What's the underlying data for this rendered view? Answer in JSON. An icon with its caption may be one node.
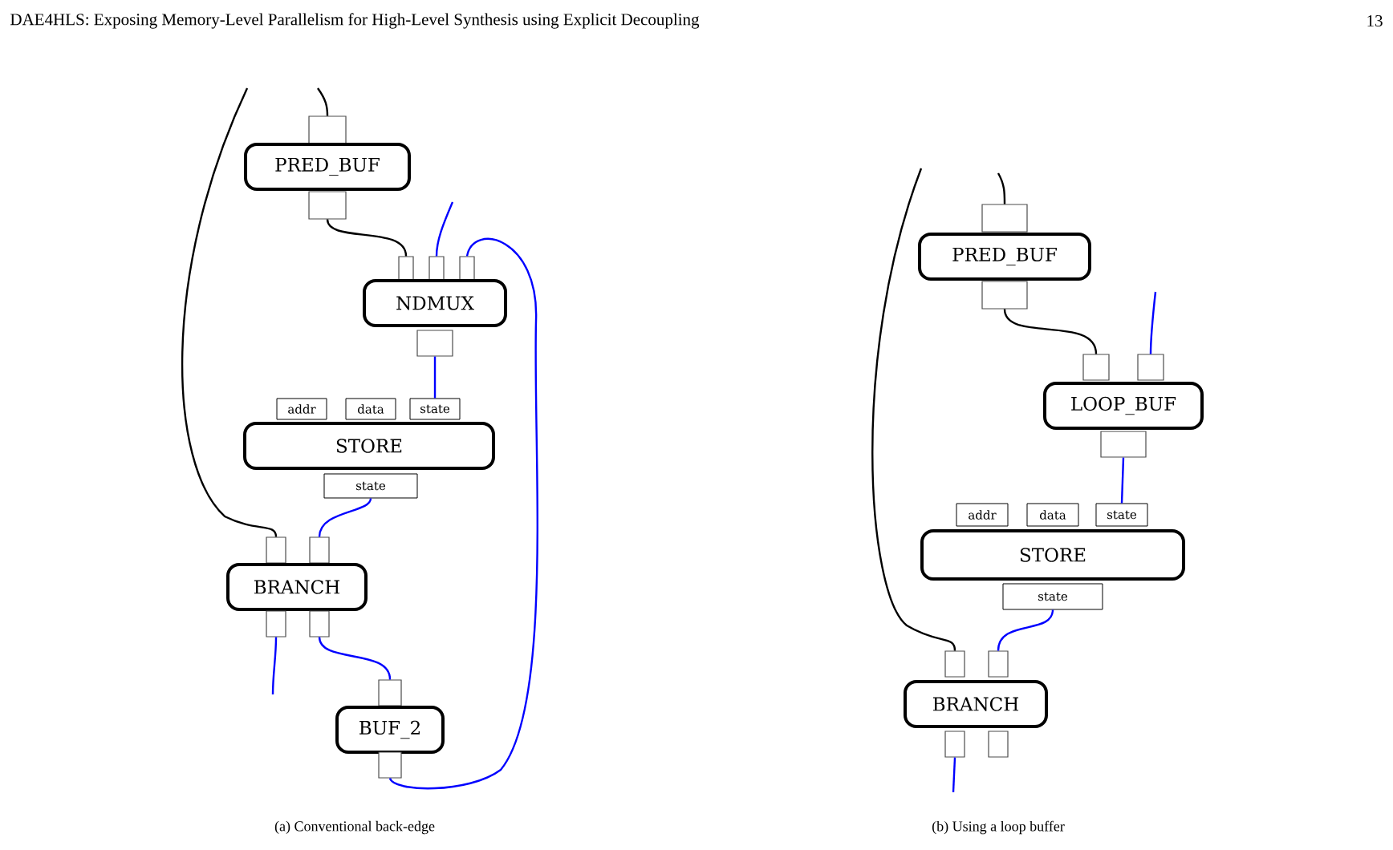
{
  "diagram": {
    "nodes": [
      {
        "text": [],
        "shape": "box"
      },
      {
        "text": [
          "PRED_BUF"
        ]
      },
      {
        "text": [],
        "shape": "box"
      },
      {
        "text": [],
        "shape": "box"
      },
      {
        "text": [],
        "shape": "box"
      },
      {
        "text": [],
        "shape": "box"
      },
      {
        "text": [
          "NDMUX"
        ]
      },
      {
        "text": [],
        "shape": "box"
      },
      {
        "text": [
          "addr"
        ]
      },
      {
        "text": [
          "data"
        ]
      },
      {
        "text": [
          "state"
        ]
      },
      {
        "text": [
          "STORE"
        ]
      },
      {
        "text": [
          "state"
        ]
      },
      {
        "text": [],
        "shape": "box"
      },
      {
        "text": [],
        "shape": "box"
      },
      {
        "text": [
          "BRANCH"
        ]
      },
      {
        "text": [],
        "shape": "box"
      },
      {
        "text": [],
        "shape": "box"
      },
      {
        "text": [],
        "shape": "box"
      },
      {
        "text": [
          "BUF_2"
        ]
      },
      {
        "text": [],
        "shape": "box"
      },
      {
        "text": [],
        "shape": "box"
      },
      {
        "text": [
          "PRED_BUF"
        ]
      },
      {
        "text": [],
        "shape": "box"
      },
      {
        "text": [],
        "shape": "box"
      },
      {
        "text": [],
        "shape": "box"
      },
      {
        "text": [
          "LOOP_BUF"
        ]
      },
      {
        "text": [],
        "shape": "box"
      },
      {
        "text": [
          "addr"
        ]
      },
      {
        "text": [
          "data"
        ]
      },
      {
        "text": [
          "state"
        ]
      },
      {
        "text": [
          "STORE"
        ]
      },
      {
        "text": [
          "state"
        ]
      },
      {
        "text": [],
        "shape": "box"
      },
      {
        "text": [],
        "shape": "box"
      },
      {
        "text": [
          "BRANCH"
        ]
      },
      {
        "text": [],
        "shape": "box"
      },
      {
        "text": [],
        "shape": "box"
      }
    ],
    "edges": [
      {
        "from": null,
        "to": 0,
        "arrow": "none",
        "color": "#000000"
      },
      {
        "from": null,
        "to": 13,
        "arrow": "none",
        "color": "#000000"
      },
      {
        "from": 2,
        "to": 3,
        "arrow": "none",
        "color": "#000000"
      },
      {
        "from": null,
        "to": 4,
        "arrow": "none"
      },
      {
        "from": 20,
        "to": 5,
        "arrow": "none"
      },
      {
        "from": 7,
        "to": 10,
        "arrow": "none"
      },
      {
        "from": 12,
        "to": 14,
        "arrow": "none"
      },
      {
        "from": 17,
        "to": 18,
        "arrow": "none"
      },
      {
        "from": 16,
        "to": null,
        "arrow": "none"
      },
      {
        "from": null,
        "to": 21,
        "arrow": "none",
        "color": "#000000"
      },
      {
        "from": null,
        "to": 33,
        "arrow": "none",
        "color": "#000000"
      },
      {
        "from": 23,
        "to": 24,
        "arrow": "none",
        "color": "#000000"
      },
      {
        "from": null,
        "to": 25,
        "arrow": "none"
      },
      {
        "from": 27,
        "to": 30,
        "arrow": "none"
      },
      {
        "from": 32,
        "to": 34,
        "arrow": "none"
      },
      {
        "from": 36,
        "to": null,
        "arrow": "none"
      }
    ],
    "labels": [
      "DAE4HLS: Exposing Memory-Level Parallelism for High-Level Synthesis using Explicit Decoupling",
      "13",
      "(a) Conventional back-edge",
      "(b) Using a loop buffer"
    ]
  }
}
